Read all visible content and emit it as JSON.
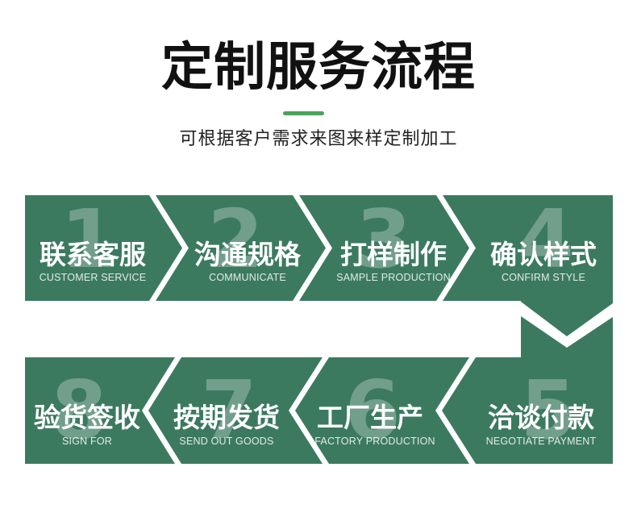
{
  "header": {
    "title": "定制服务流程",
    "subtitle": "可根据客户需求来图来样定制加工",
    "accent_color": "#4ea25a"
  },
  "theme": {
    "panel_color": "#3c7a60",
    "separator_color": "#ffffff",
    "number_color": "rgba(255,255,255,0.28)"
  },
  "steps": [
    {
      "number": "1",
      "title": "联系客服",
      "subtitle": "CUSTOMER SERVICE"
    },
    {
      "number": "2",
      "title": "沟通规格",
      "subtitle": "COMMUNICATE"
    },
    {
      "number": "3",
      "title": "打样制作",
      "subtitle": "SAMPLE PRODUCTION"
    },
    {
      "number": "4",
      "title": "确认样式",
      "subtitle": "CONFIRM STYLE"
    },
    {
      "number": "5",
      "title": "洽谈付款",
      "subtitle": "NEGOTIATE PAYMENT"
    },
    {
      "number": "6",
      "title": "工厂生产",
      "subtitle": "FACTORY PRODUCTION"
    },
    {
      "number": "7",
      "title": "按期发货",
      "subtitle": "SEND OUT GOODS"
    },
    {
      "number": "8",
      "title": "验货签收",
      "subtitle": "SIGN FOR"
    }
  ]
}
